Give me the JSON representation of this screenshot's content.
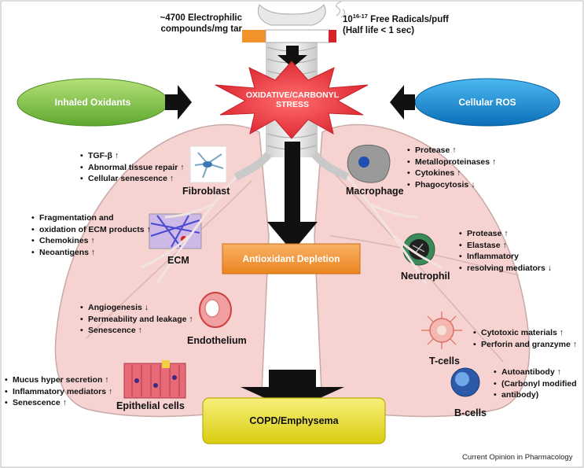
{
  "top": {
    "electrophilic": "~4700 Electrophilic compounds/mg tar",
    "radicals_base": "10",
    "radicals_exp": "16-17",
    "radicals_rest": " Free Radicals/puff",
    "half_life": "(Half life < 1 sec)"
  },
  "stress": "OXIDATIVE/CARBONYL STRESS",
  "inhaled": "Inhaled Oxidants",
  "cellular_ros": "Cellular ROS",
  "depletion": "Antioxidant Depletion",
  "outcome": "COPD/Emphysema",
  "credit": "Current Opinion in Pharmacology",
  "cells": {
    "fibroblast": {
      "label": "Fibroblast",
      "items": [
        "TGF-β ↑",
        "Abnormal tissue repair ↑",
        "Cellular senescence ↑"
      ]
    },
    "ecm": {
      "label": "ECM",
      "items": [
        "Fragmentation and",
        "oxidation of ECM products ↑",
        "Chemokines ↑",
        "Neoantigens ↑"
      ]
    },
    "endothelium": {
      "label": "Endothelium",
      "items": [
        "Angiogenesis ↓",
        "Permeability and leakage ↑",
        "Senescence ↑"
      ]
    },
    "epithelial": {
      "label": "Epithelial cells",
      "items": [
        "Mucus hyper secretion ↑",
        "Inflammatory mediators ↑",
        "Senescence ↑"
      ]
    },
    "macrophage": {
      "label": "Macrophage",
      "items": [
        "Protease ↑",
        "Metalloproteinases ↑",
        "Cytokines ↑",
        "Phagocytosis ↓"
      ]
    },
    "neutrophil": {
      "label": "Neutrophil",
      "items": [
        "Protease ↑",
        "Elastase ↑",
        "Inflammatory",
        "resolving mediators ↓"
      ]
    },
    "tcells": {
      "label": "T-cells",
      "items": [
        "Cytotoxic materials ↑",
        "Perforin and granzyme ↑"
      ]
    },
    "bcells": {
      "label": "B-cells",
      "items": [
        "Autoantibody ↑",
        "(Carbonyl modified",
        "antibody)"
      ]
    }
  },
  "colors": {
    "lung_fill": "#f6d3d1",
    "starburst": "#e8323a",
    "inhaled_green": "#7cc24a",
    "ros_blue": "#1a8fd8",
    "depletion_orange": "#f2932a",
    "outcome_yellow": "#ece11a"
  }
}
